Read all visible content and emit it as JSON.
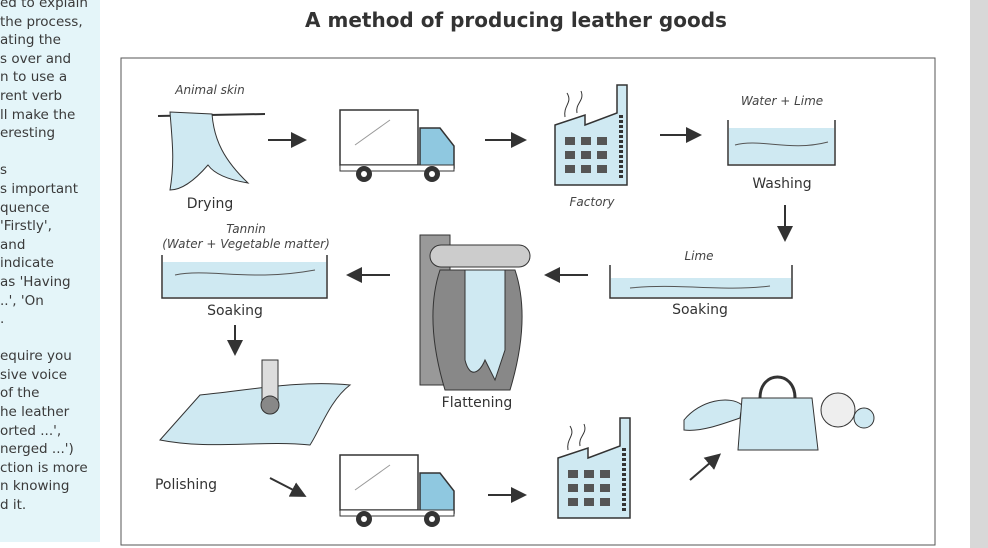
{
  "sidebar": {
    "lines": [
      "ed to explain",
      "the process,",
      "ating the",
      "s over and",
      "n to use a",
      "rent verb",
      "ll make the",
      "eresting",
      "",
      "s",
      "s important",
      "quence",
      "'Firstly',",
      "and",
      " indicate",
      " as 'Having",
      "..', 'On",
      ".",
      " ",
      "equire you",
      "sive voice",
      " of the",
      "he leather",
      "orted ...',",
      "nerged ...')",
      "ction is more",
      "n knowing",
      "d it."
    ]
  },
  "title": "A method of producing leather goods",
  "diagram": {
    "labels": {
      "animal_skin": "Animal skin",
      "drying": "Drying",
      "factory": "Factory",
      "water_lime": "Water + Lime",
      "washing": "Washing",
      "lime": "Lime",
      "soaking1": "Soaking",
      "flattening": "Flattening",
      "tannin": "Tannin",
      "tannin_detail": "(Water + Vegetable matter)",
      "soaking2": "Soaking",
      "polishing": "Polishing"
    },
    "colors": {
      "water": "#cfe9f2",
      "truck_cab": "#8fc8e0",
      "outline": "#333333"
    }
  }
}
